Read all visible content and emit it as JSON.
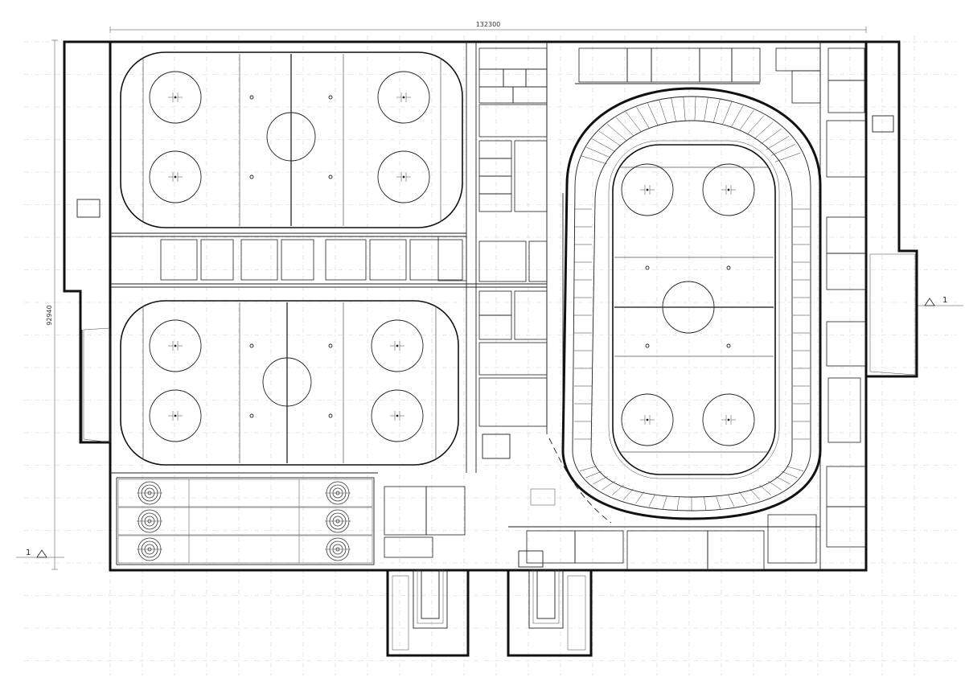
{
  "dimensions": {
    "width_label": "132300",
    "height_label": "92940"
  },
  "section_markers": {
    "left": "1",
    "right": "1"
  },
  "rinks": [
    {
      "id": "practice-rink-north",
      "faceoff_circles": 5
    },
    {
      "id": "practice-rink-south",
      "faceoff_circles": 5
    },
    {
      "id": "main-arena-rink",
      "faceoff_circles": 5
    }
  ],
  "curling_sheets": 3,
  "colors": {
    "line": "#111111",
    "grid": "#d6d6d6",
    "background": "#ffffff"
  }
}
